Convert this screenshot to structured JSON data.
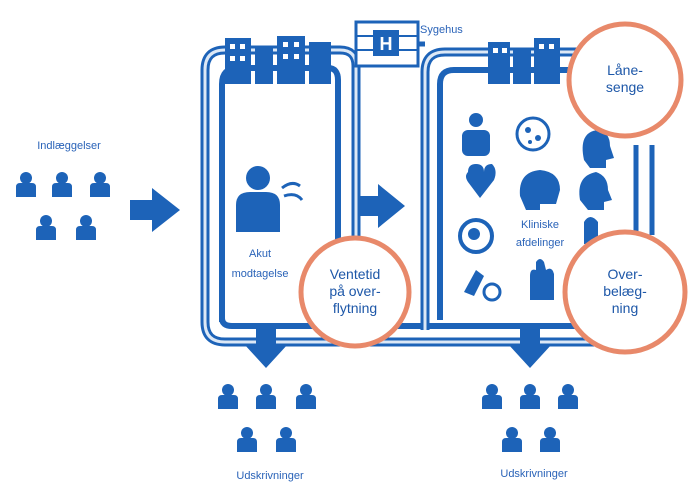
{
  "labels": {
    "hospital": "Sygehus",
    "admissions": "Indlæggelser",
    "acute_unit": "Akut\nmodtagelse",
    "clinical_wards": "Kliniske\nafdelinger",
    "discharges_left": "Udskrivninger",
    "discharges_right": "Udskrivninger"
  },
  "circles": {
    "waiting": "Ventetid\npå over-\nflytning",
    "borrowed_beds": "Låne-\nsenge",
    "overcrowding": "Over-\nbelæg-\nning"
  },
  "colors": {
    "primary_blue": "#1d63b8",
    "light_blue": "#dce8f6",
    "orange": "#e8896a"
  },
  "icons": [
    "person-icon",
    "hospital-building-icon",
    "arrow-right-icon",
    "arrow-down-icon",
    "stomach-icon",
    "bacteria-icon",
    "heart-icon",
    "brain-icon",
    "head-icon",
    "lungs-icon",
    "hand-icon",
    "microscope-icon"
  ]
}
